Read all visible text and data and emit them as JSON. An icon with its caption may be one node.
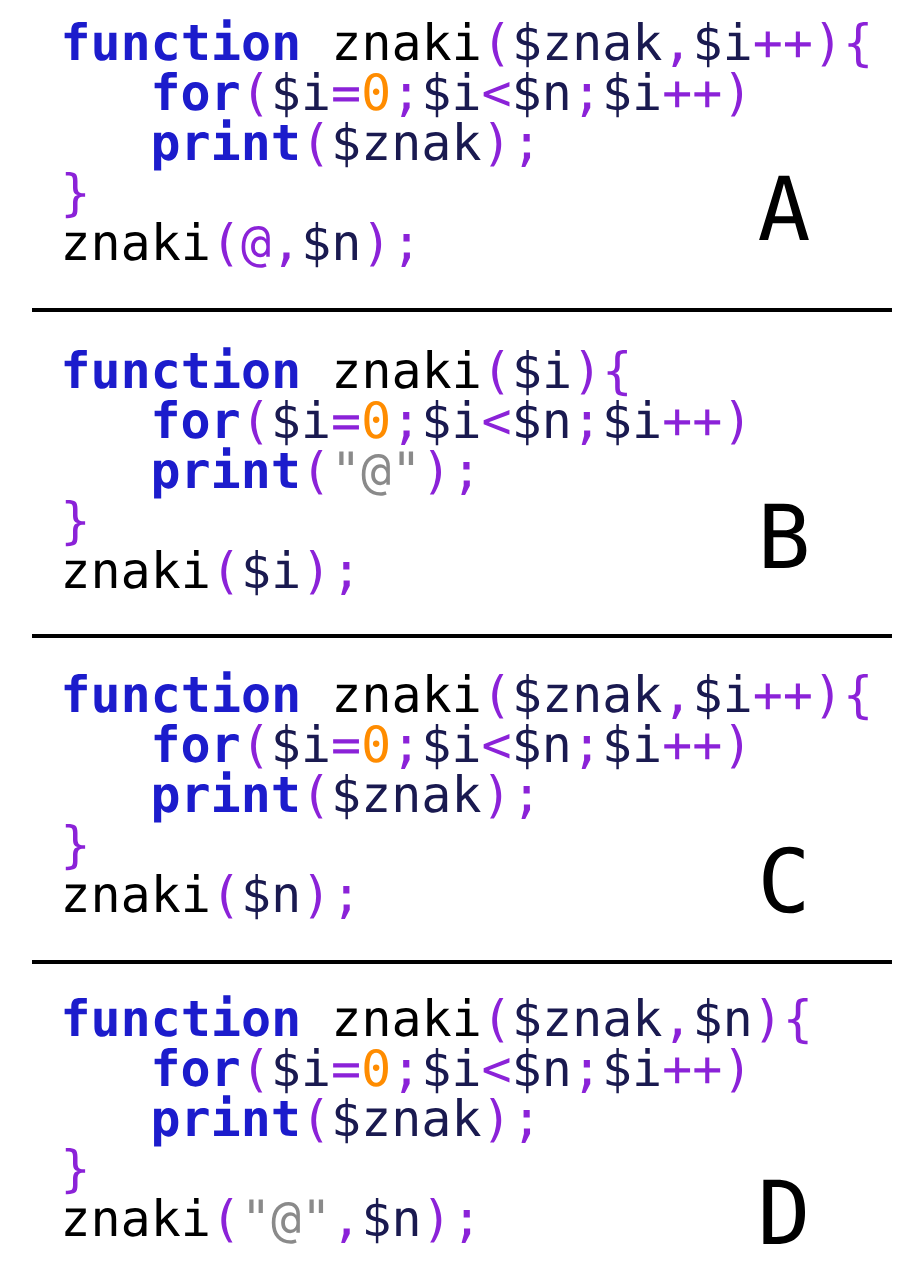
{
  "diagram": {
    "labels": [
      "**function** znaki($znak,$i++){",
      "**for**($i=0;$i<$n;$i++)",
      "**print**($znak);",
      "}",
      "znaki(@,$n);",
      "A",
      "**function** znaki($i){",
      "**for**($i=0;$i<$n;$i++)",
      "**print**(\"@\");",
      "}",
      "znaki($i);",
      "B",
      "**function** znaki($znak,$i++){",
      "**for**($i=0;$i<$n;$i++)",
      "**print**($znak);",
      "}",
      "znaki($n);",
      "C",
      "**function** znaki($znak,$n){",
      "**for**($i=0;$i<$n;$i++)",
      "**print**($znak);",
      "}",
      "znaki(\"@\",$n);",
      "D"
    ]
  }
}
